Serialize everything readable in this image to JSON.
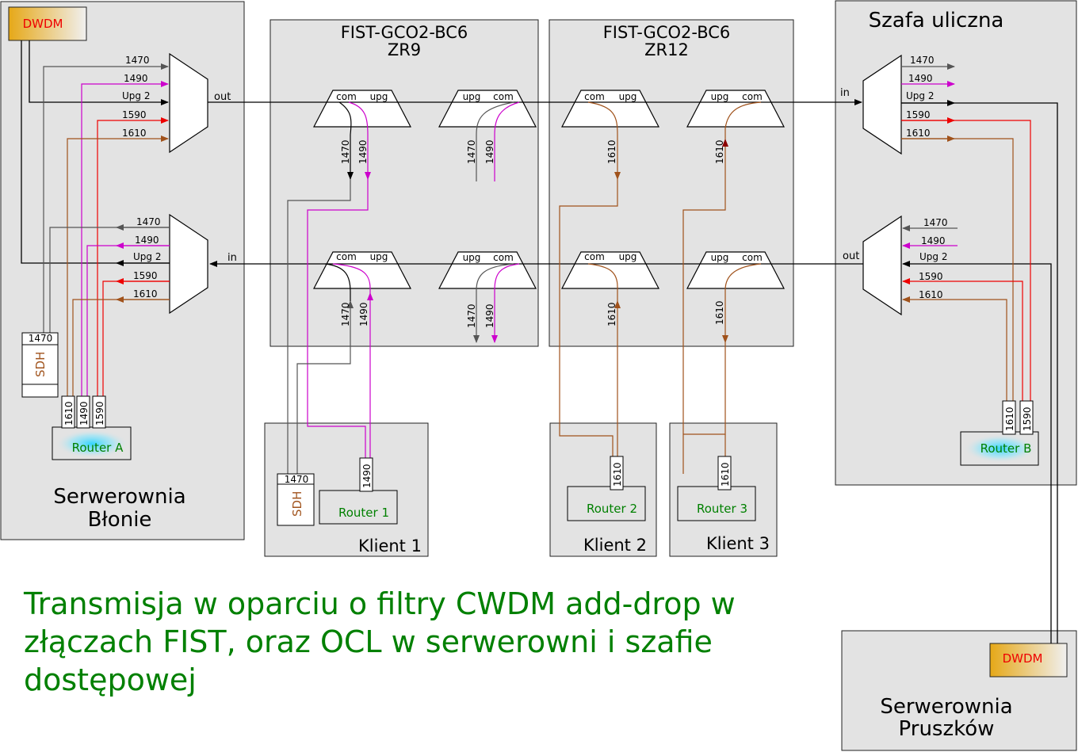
{
  "colors": {
    "box_fill": "#e3e3e3",
    "c1470": "#555555",
    "c1490": "#cc00cc",
    "cupg": "#000000",
    "c1590": "#ee0000",
    "c1610": "#a0521b",
    "router_text": "#008000",
    "sdh_text": "#a0521b",
    "dwdm_text": "#ee0000",
    "caption": "#008000"
  },
  "rooms": {
    "blonie": {
      "line1": "Serwerownia",
      "line2": "Błonie"
    },
    "szafa": "Szafa uliczna",
    "pruszkow": {
      "line1": "Serwerownia",
      "line2": "Pruszków"
    },
    "klient1": "Klient 1",
    "klient2": "Klient 2",
    "klient3": "Klient 3"
  },
  "fist": [
    {
      "line1": "FIST-GCO2-BC6",
      "line2": "ZR9"
    },
    {
      "line1": "FIST-GCO2-BC6",
      "line2": "ZR12"
    }
  ],
  "devices": {
    "dwdm": "DWDM",
    "sdh": "SDH",
    "router_a": "Router A",
    "router_b": "Router B",
    "router_1": "Router 1",
    "router_2": "Router 2",
    "router_3": "Router 3"
  },
  "filter_labels": {
    "com": "com",
    "upg": "upg"
  },
  "port_labels": {
    "in": "in",
    "out": "out"
  },
  "wavelengths": {
    "w1470": "1470",
    "w1490": "1490",
    "wupg": "Upg 2",
    "w1590": "1590",
    "w1610": "1610"
  },
  "caption": "Transmisja w oparciu o filtry CWDM add-drop w złączach FIST, oraz OCL w serwerowni i szafie dostępowej"
}
